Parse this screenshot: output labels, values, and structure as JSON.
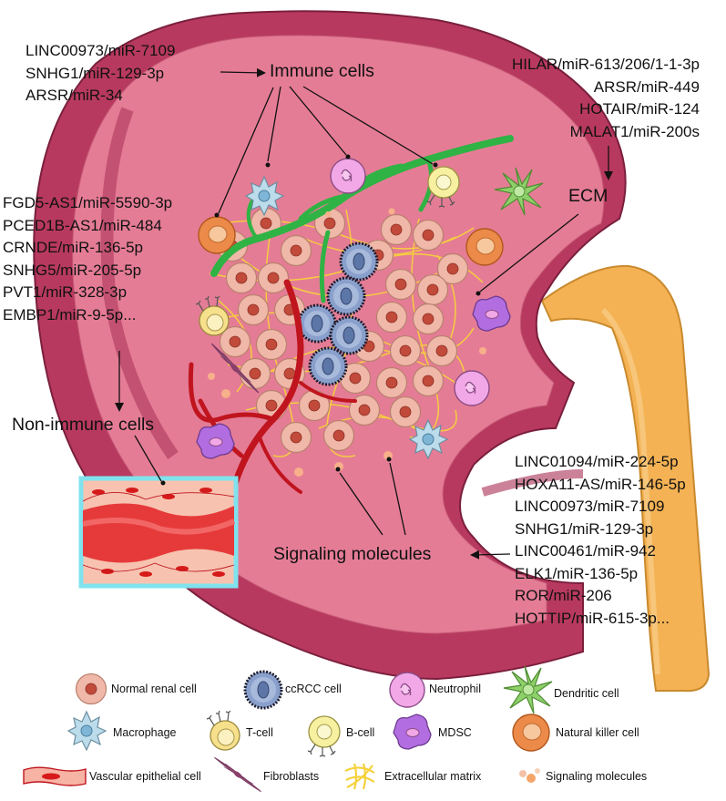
{
  "categories": {
    "immune_cells": "Immune cells",
    "ecm": "ECM",
    "non_immune_cells": "Non-immune cells",
    "signaling_molecules": "Signaling molecules"
  },
  "lncrna_groups": {
    "immune_cells": [
      "LINC00973/miR-7109",
      "SNHG1/miR-129-3p",
      "ARSR/miR-34"
    ],
    "ecm": [
      "HILAR/miR-613/206/1-1-3p",
      "ARSR/miR-449",
      "HOTAIR/miR-124",
      "MALAT1/miR-200s"
    ],
    "non_immune_cells": [
      "FGD5-AS1/miR-5590-3p",
      "PCED1B-AS1/miR-484",
      "CRNDE/miR-136-5p",
      "SNHG5/miR-205-5p",
      "PVT1/miR-328-3p",
      "EMBP1/miR-9-5p..."
    ],
    "signaling_molecules": [
      "LINC01094/miR-224-5p",
      "HOXA11-AS/miR-146-5p",
      "LINC00973/miR-7109",
      "SNHG1/miR-129-3p",
      "LINC00461/miR-942",
      "ELK1/miR-136-5p",
      "ROR/miR-206",
      "HOTTIP/miR-615-3p..."
    ]
  },
  "legend": [
    {
      "key": "normal",
      "label": "Normal renal cell"
    },
    {
      "key": "ccrcc",
      "label": "ccRCC cell"
    },
    {
      "key": "neutrophil",
      "label": "Neutrophil"
    },
    {
      "key": "dendritic",
      "label": "Dendritic cell"
    },
    {
      "key": "macrophage",
      "label": "Macrophage"
    },
    {
      "key": "tcell",
      "label": "T-cell"
    },
    {
      "key": "bcell",
      "label": "B-cell"
    },
    {
      "key": "mdsc",
      "label": "MDSC"
    },
    {
      "key": "nk",
      "label": "Natural killer cell"
    },
    {
      "key": "vascular",
      "label": "Vascular epithelial cell"
    },
    {
      "key": "fibroblast",
      "label": "Fibroblasts"
    },
    {
      "key": "ecm",
      "label": "Extracellular matrix"
    },
    {
      "key": "signal",
      "label": "Signaling molecules"
    }
  ],
  "colors": {
    "kidney_outer": "#b8395f",
    "kidney_inner": "#e57c95",
    "ureter": "#f4b254",
    "normal_cell": "#efb8a8",
    "ccrcc_cell": "#7f97c4",
    "neutrophil": "#f2a8e6",
    "nk_cell": "#ec8a4a",
    "mdsc": "#b26ee0",
    "vessel": "#c0141e",
    "green_vessel": "#2fb344",
    "ecm_fiber": "#f5d23c"
  }
}
